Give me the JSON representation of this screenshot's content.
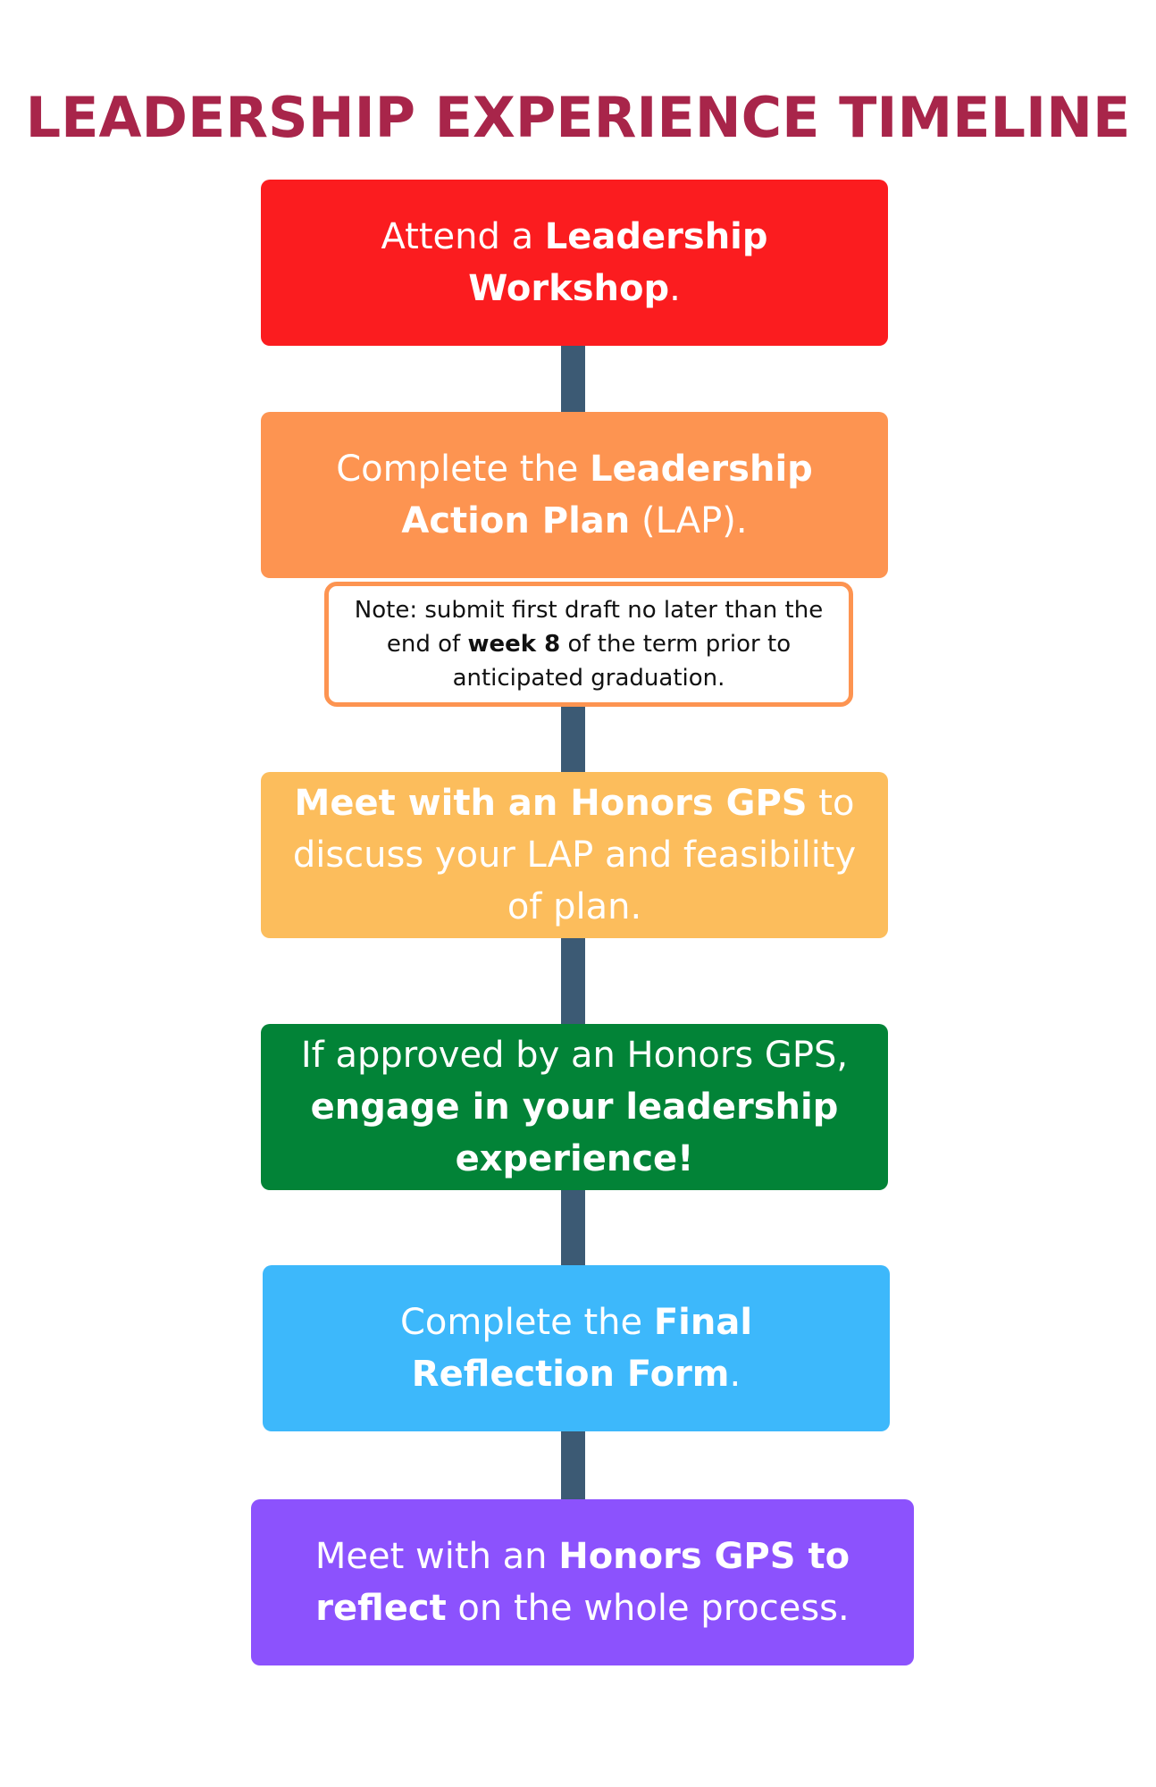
{
  "title": "LEADERSHIP EXPERIENCE TIMELINE",
  "steps": [
    {
      "pre": "Attend a ",
      "bold": "Leadership Workshop",
      "post": ".",
      "color": "#fb1c1f"
    },
    {
      "pre": "Complete the ",
      "bold": "Leadership Action Plan",
      "post": " (LAP).",
      "color": "#fd9451"
    },
    {
      "bold": "Meet with an Honors GPS",
      "post": " to discuss your LAP and feasibility of plan.",
      "color": "#fcbd5c"
    },
    {
      "pre": "If approved by an Honors GPS, ",
      "bold": "engage in your leadership experience!",
      "color": "#028337"
    },
    {
      "pre": "Complete the ",
      "bold": "Final Reflection Form",
      "post": ".",
      "color": "#3db8fb"
    },
    {
      "pre": "Meet with an ",
      "bold": "Honors GPS to reflect",
      "post": " on the whole process.",
      "color": "#8c52fd"
    }
  ],
  "note": {
    "pre": "Note: submit first draft no later than the end of ",
    "bold": "week 8",
    "post": " of the term prior to anticipated graduation.",
    "border_color": "#fd9451"
  },
  "colors": {
    "title": "#a8254a",
    "connector": "#3c5a74"
  }
}
